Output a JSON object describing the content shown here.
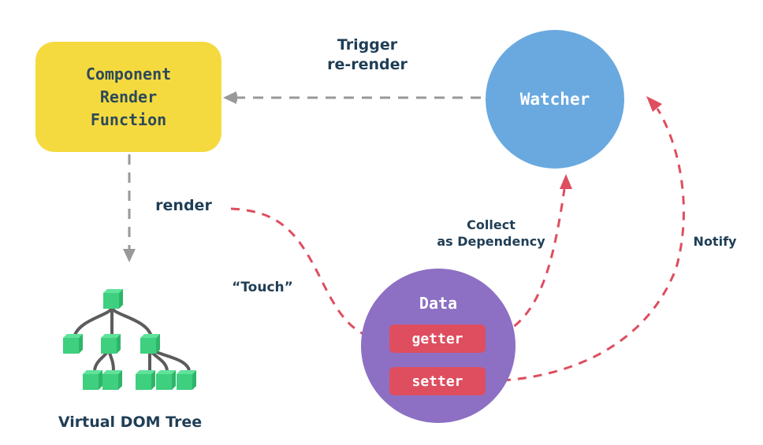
{
  "nodes": {
    "component": {
      "lines": [
        "Component",
        "Render",
        "Function"
      ]
    },
    "watcher": {
      "label": "Watcher"
    },
    "data": {
      "title": "Data",
      "getter": "getter",
      "setter": "setter"
    },
    "vdom": {
      "caption": "Virtual DOM Tree"
    }
  },
  "edges": {
    "trigger": {
      "lines": [
        "Trigger",
        "re-render"
      ]
    },
    "render": {
      "label": "render"
    },
    "touch": {
      "label": "“Touch”"
    },
    "collect": {
      "lines": [
        "Collect",
        "as Dependency"
      ]
    },
    "notify": {
      "label": "Notify"
    }
  },
  "colors": {
    "component": "#f5da3f",
    "watcher": "#69a9df",
    "data": "#8d70c4",
    "pill": "#de4e5f",
    "red_arrow": "#de4e5f",
    "gray_arrow": "#999999",
    "tree_node": "#3ecf7f",
    "text": "#1f3e56"
  }
}
